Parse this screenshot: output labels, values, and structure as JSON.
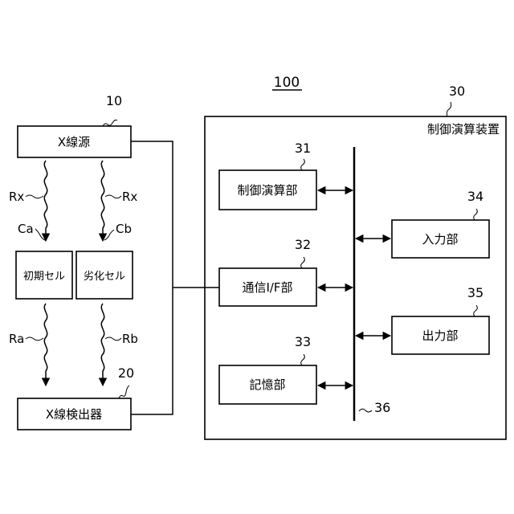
{
  "system_ref": "100",
  "xray_source": {
    "ref": "10",
    "label": "X線源"
  },
  "detector": {
    "ref": "20",
    "label": "X線検出器"
  },
  "cells": {
    "initial": {
      "ref": "Ca",
      "label": "初期セル",
      "in_ray": "Rx",
      "out_ray": "Ra"
    },
    "degraded": {
      "ref": "Cb",
      "label": "劣化セル",
      "in_ray": "Rx",
      "out_ray": "Rb"
    }
  },
  "controller": {
    "ref": "30",
    "label": "制御演算装置",
    "bus_ref": "36",
    "blocks": {
      "compute": {
        "ref": "31",
        "label": "制御演算部"
      },
      "comm": {
        "ref": "32",
        "label": "通信I/F部"
      },
      "memory": {
        "ref": "33",
        "label": "記憶部"
      },
      "input": {
        "ref": "34",
        "label": "入力部"
      },
      "output": {
        "ref": "35",
        "label": "出力部"
      }
    }
  }
}
